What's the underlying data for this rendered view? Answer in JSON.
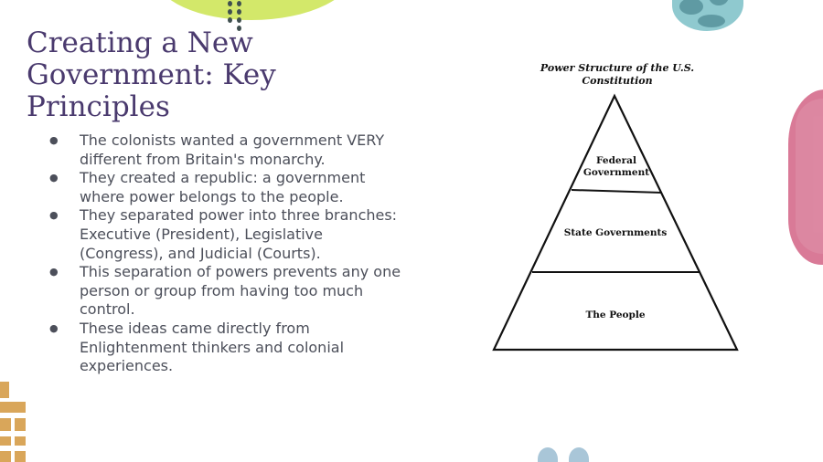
{
  "slide": {
    "title": "Creating a New Government: Key Principles",
    "bullets": [
      "The colonists wanted a government VERY different from Britain's monarchy.",
      "They created a republic: a government where power belongs to the people.",
      "They separated power into three branches: Executive (President), Legislative (Congress), and Judicial (Courts).",
      "This separation of powers prevents any one person or group from having too much control.",
      "These ideas came directly from Enlightenment thinkers and colonial experiences."
    ]
  },
  "diagram": {
    "title_line1": "Power Structure of the U.S.",
    "title_line2": "Constitution",
    "levels": [
      {
        "line1": "Federal",
        "line2": "Government"
      },
      {
        "line1": "State Governments"
      },
      {
        "line1": "The People"
      }
    ]
  },
  "colors": {
    "title": "#4a3a6e",
    "body": "#4c4f5a",
    "accent_green": "#d3e86a",
    "accent_pink": "#d97a97",
    "accent_teal": "#8fc9cf",
    "accent_gold": "#d9a65a"
  }
}
